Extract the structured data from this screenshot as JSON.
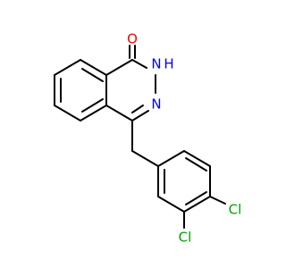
{
  "atoms": {
    "carbonyl_oxygen": "O",
    "amide_nitrogen": "N",
    "amide_hydrogen": "H",
    "imine_nitrogen": "N",
    "chlorine_para": "Cl",
    "chlorine_meta": "Cl"
  },
  "colors": {
    "bond": "#000000",
    "oxygen": "#ff0000",
    "nitrogen": "#0000ff",
    "chlorine": "#00a000"
  }
}
